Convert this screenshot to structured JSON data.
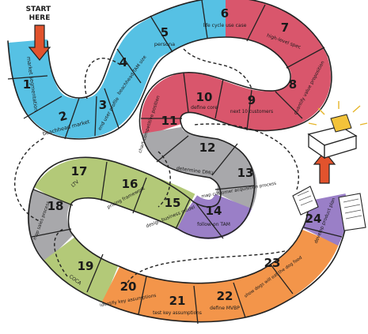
{
  "start_label": "START\nHERE",
  "steps": [
    {
      "n": "1",
      "label": "market segmentation"
    },
    {
      "n": "2",
      "label": "beachhead market"
    },
    {
      "n": "3",
      "label": "end user profile"
    },
    {
      "n": "4",
      "label": "beachhead TAM size"
    },
    {
      "n": "5",
      "label": "persona"
    },
    {
      "n": "6",
      "label": "life cycle use case"
    },
    {
      "n": "7",
      "label": "high-level spec"
    },
    {
      "n": "8",
      "label": "quantify value proposition"
    },
    {
      "n": "9",
      "label": "next 10 customers"
    },
    {
      "n": "10",
      "label": "define core"
    },
    {
      "n": "11",
      "label": "chart competitive position"
    },
    {
      "n": "12",
      "label": "determine DMU"
    },
    {
      "n": "13",
      "label": "map customer acquisition process"
    },
    {
      "n": "14",
      "label": "follow-on TAM"
    },
    {
      "n": "15",
      "label": "design business model"
    },
    {
      "n": "16",
      "label": "pricing framework"
    },
    {
      "n": "17",
      "label": "LTV"
    },
    {
      "n": "18",
      "label": "map sales process"
    },
    {
      "n": "19",
      "label": "COCA"
    },
    {
      "n": "20",
      "label": "identify key assumptions"
    },
    {
      "n": "21",
      "label": "test key assumptions"
    },
    {
      "n": "22",
      "label": "define MVBP"
    },
    {
      "n": "23",
      "label": "show dogs will eat the dog food"
    },
    {
      "n": "24",
      "label": "develop product plan"
    }
  ],
  "colors": {
    "blue": "#56c1e4",
    "red": "#d9566c",
    "gray": "#a8a8ab",
    "purple": "#9a7fc7",
    "green": "#b3c978",
    "orange": "#f3954a",
    "arrow": "#e2532d",
    "package": "#f3c33a"
  },
  "icons": [
    "start-arrow-icon",
    "finish-arrow-icon",
    "treasure-box-icon",
    "product-plan-document-icon"
  ]
}
